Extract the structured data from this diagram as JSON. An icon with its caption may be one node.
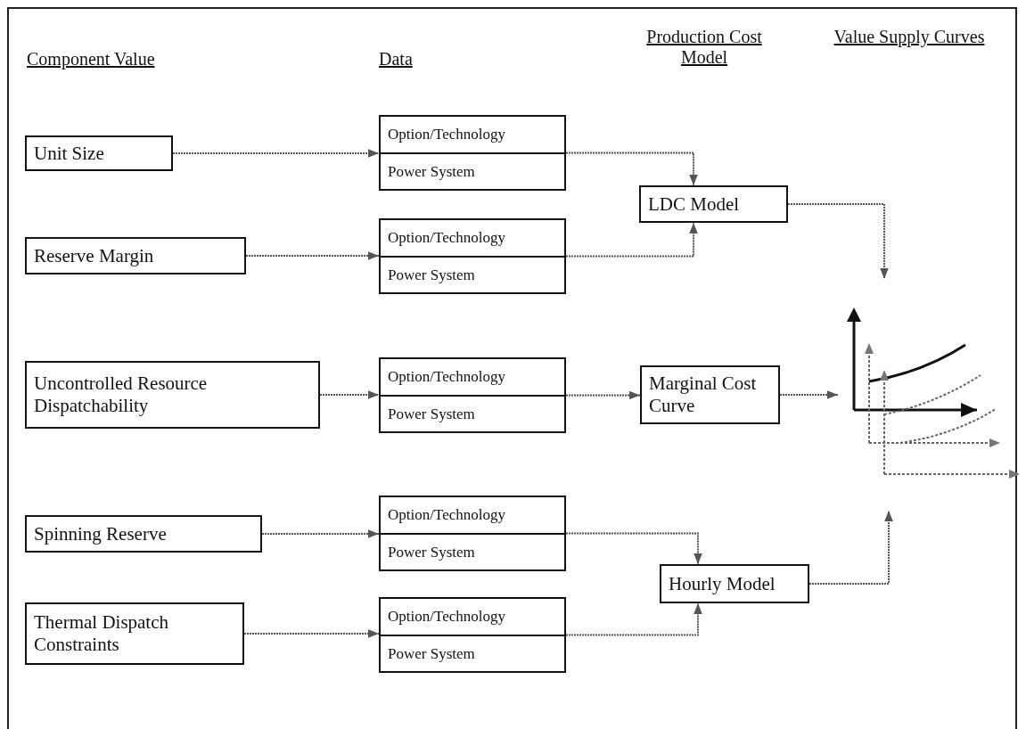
{
  "diagram": {
    "nodes": [
      {
        "text": [
          "Unit Size"
        ]
      },
      {
        "text": [
          "Reserve Margin"
        ]
      },
      {
        "text": [
          "Uncontrolled Resource Dispatchability"
        ]
      },
      {
        "text": [
          "Spinning Reserve"
        ]
      },
      {
        "text": [
          "Thermal Dispatch Constraints"
        ]
      },
      {
        "text": [
          "Option/Technology",
          "Power System"
        ]
      },
      {
        "text": [
          "Option/Technology",
          "Power System"
        ]
      },
      {
        "text": [
          "Option/Technology",
          "Power System"
        ]
      },
      {
        "text": [
          "Option/Technology",
          "Power System"
        ]
      },
      {
        "text": [
          "Option/Technology",
          "Power System"
        ]
      },
      {
        "text": [
          "LDC Model"
        ]
      },
      {
        "text": [
          "Marginal Cost Curve"
        ]
      },
      {
        "text": [
          "Hourly Model"
        ]
      },
      {
        "text": [],
        "shape": "picture"
      }
    ],
    "edges": [
      {
        "from": 0,
        "to": 5,
        "arrow": "to"
      },
      {
        "from": 5,
        "to": 10,
        "arrow": "to"
      },
      {
        "from": 1,
        "to": 6,
        "arrow": "to"
      },
      {
        "from": 6,
        "to": 10,
        "arrow": "to"
      },
      {
        "from": 10,
        "to": 13,
        "arrow": "to"
      },
      {
        "from": 2,
        "to": 7,
        "arrow": "to"
      },
      {
        "from": 7,
        "to": 11,
        "arrow": "to"
      },
      {
        "from": 11,
        "to": 13,
        "arrow": "to"
      },
      {
        "from": 3,
        "to": 8,
        "arrow": "to"
      },
      {
        "from": 8,
        "to": 12,
        "arrow": "to"
      },
      {
        "from": 4,
        "to": 9,
        "arrow": "to"
      },
      {
        "from": 9,
        "to": 12,
        "arrow": "to"
      },
      {
        "from": 12,
        "to": 13,
        "arrow": "to"
      }
    ],
    "labels": [
      "Component Value",
      "Data",
      "Production Cost Model",
      "Value Supply Curves"
    ]
  }
}
